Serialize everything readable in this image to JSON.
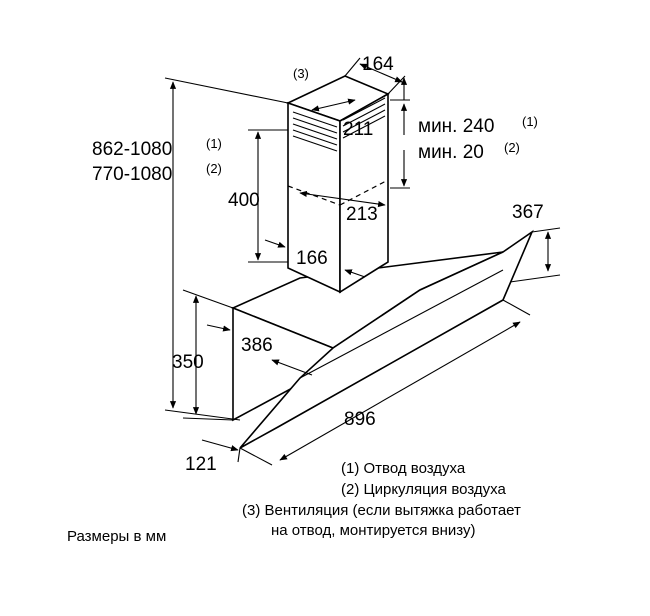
{
  "dimensions": {
    "height_range_1": "862-1080",
    "height_range_1_ref": "(1)",
    "height_range_2": "770-1080",
    "height_range_2_ref": "(2)",
    "chimney_depth": "164",
    "vent_ref": "(3)",
    "chimney_width_top": "211",
    "min_240": "мин. 240",
    "min_240_ref": "(1)",
    "min_20": "мин. 20",
    "min_20_ref": "(2)",
    "chimney_height": "400",
    "chimney_width": "213",
    "bracket_depth": "166",
    "glass_height": "367",
    "body_height": "350",
    "body_depth": "386",
    "total_width": "896",
    "front_depth": "121"
  },
  "legend": {
    "line1": "(1) Отвод воздуха",
    "line2": "(2) Циркуляция воздуха",
    "line3": "(3) Вентиляция (если вытяжка работает",
    "line4": "на отвод, монтируется внизу)"
  },
  "units_note": "Размеры в мм"
}
